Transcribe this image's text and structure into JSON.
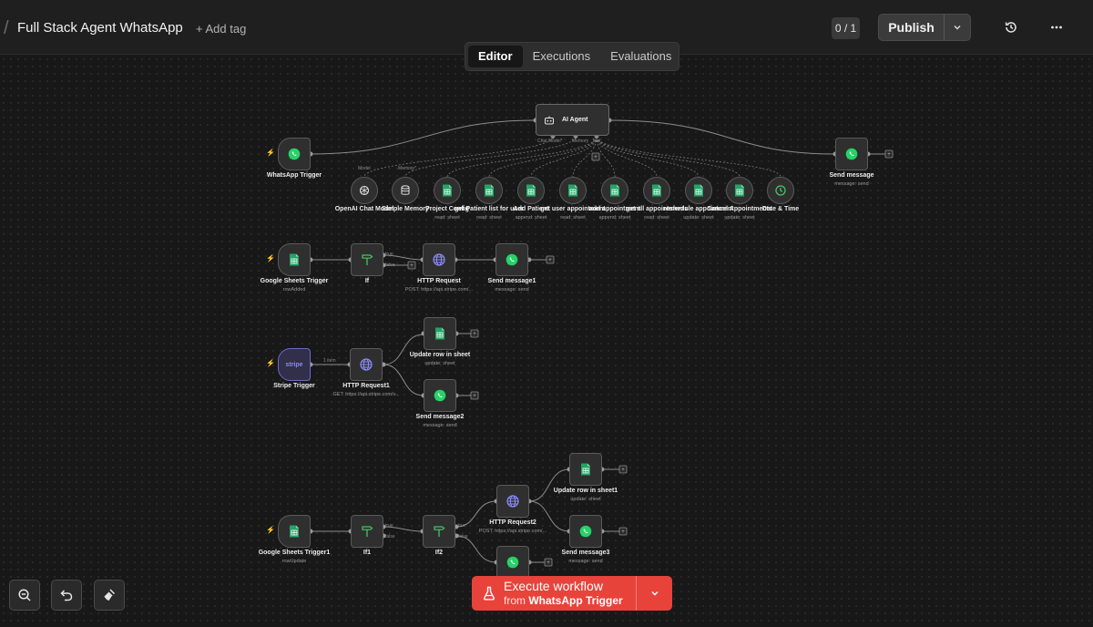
{
  "header": {
    "title": "Full Stack Agent WhatsApp",
    "add_tag": "+ Add tag",
    "counter": "0 / 1",
    "publish": "Publish",
    "icons": [
      "history-icon",
      "more-icon",
      "chevron-down-icon"
    ]
  },
  "tabs": [
    {
      "label": "Editor",
      "active": true
    },
    {
      "label": "Executions",
      "active": false
    },
    {
      "label": "Evaluations",
      "active": false
    }
  ],
  "colors": {
    "whatsapp": "#25d366",
    "sheets": "#22a565",
    "http": "#8c8cff",
    "stripe": "#7a73ff",
    "if": "#3ec866",
    "execute": "#e8433a",
    "trigger_bolt": "#ff5a4f"
  },
  "agent": {
    "label": "AI Agent",
    "ports": [
      "Chat Model*",
      "Memory",
      "Tool"
    ]
  },
  "nodes": {
    "whatsapp_trigger": {
      "label": "WhatsApp Trigger",
      "sub": ""
    },
    "send_message": {
      "label": "Send message",
      "sub": "message: send"
    },
    "openai_chat_model": {
      "label": "OpenAI Chat Model",
      "sub": "",
      "port": "Model"
    },
    "simple_memory": {
      "label": "Simple Memory",
      "sub": "",
      "port": "Memory*"
    },
    "project_config": {
      "label": "Project Config",
      "sub": "read: sheet"
    },
    "get_patient_list": {
      "label": "get Patient list for user",
      "sub": "read: sheet"
    },
    "add_patient": {
      "label": "Add Patient",
      "sub": "append: sheet"
    },
    "get_user_appointment": {
      "label": "get user appointment",
      "sub": "read: sheet"
    },
    "add_appointment": {
      "label": "add appointment",
      "sub": "append: sheet"
    },
    "get_all_appointments": {
      "label": "get all appointments",
      "sub": "read: sheet"
    },
    "reshedule_appointment": {
      "label": "reshedule appointment",
      "sub": "update: sheet"
    },
    "cancel_appointments": {
      "label": "Cancel Appointments",
      "sub": "update: sheet"
    },
    "date_time": {
      "label": "Date & Time",
      "sub": ""
    },
    "google_sheets_trigger": {
      "label": "Google Sheets Trigger",
      "sub": "rowAdded"
    },
    "if": {
      "label": "If",
      "sub": ""
    },
    "http_request": {
      "label": "HTTP Request",
      "sub": "POST: https://api.stripe.com/..."
    },
    "send_message1": {
      "label": "Send message1",
      "sub": "message: send"
    },
    "stripe_trigger": {
      "label": "Stripe Trigger",
      "sub": "",
      "icon_text": "stripe"
    },
    "http_request1": {
      "label": "HTTP Request1",
      "sub": "GET: https://api.stripe.com/v..."
    },
    "update_row": {
      "label": "Update row in sheet",
      "sub": "update: sheet"
    },
    "send_message2": {
      "label": "Send message2",
      "sub": "message: send"
    },
    "google_sheets_trigger1": {
      "label": "Google Sheets Trigger1",
      "sub": "rowUpdate"
    },
    "if1": {
      "label": "If1",
      "sub": ""
    },
    "if2": {
      "label": "If2",
      "sub": ""
    },
    "http_request2": {
      "label": "HTTP Request2",
      "sub": "POST: https://api.stripe.com/..."
    },
    "update_row1": {
      "label": "Update row in sheet1",
      "sub": "update: sheet"
    },
    "send_message3": {
      "label": "Send message3",
      "sub": "message: send"
    },
    "send_message4": {
      "label": "",
      "sub": ""
    }
  },
  "branch_labels": {
    "true": "true",
    "false": "false",
    "one_item": "1 item"
  },
  "execute": {
    "line1": "Execute workflow",
    "line2_prefix": "from",
    "line2_node": "WhatsApp Trigger"
  },
  "controls": [
    "zoom-out-icon",
    "undo-icon",
    "clean-up-icon"
  ]
}
